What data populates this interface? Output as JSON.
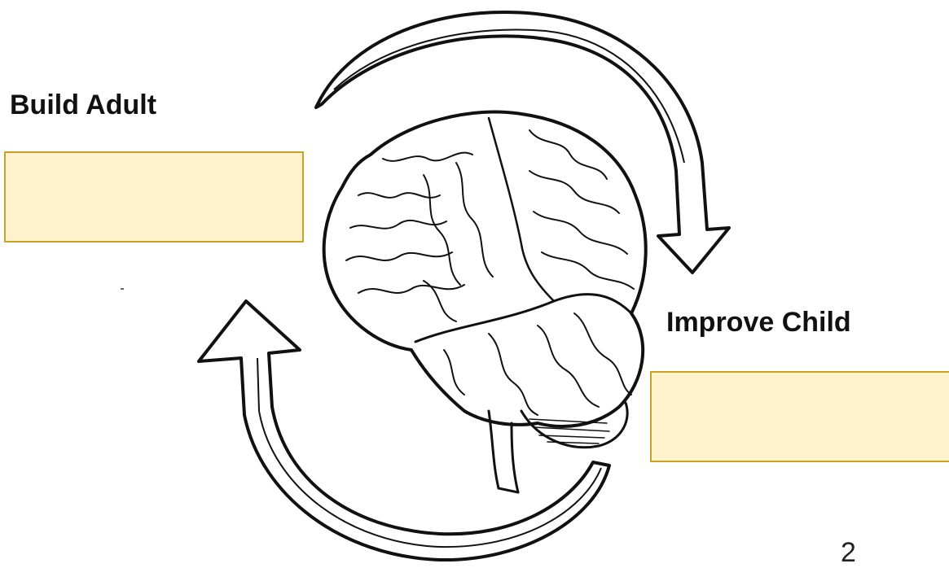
{
  "labels": {
    "build": "Build Adult",
    "improve": "Improve Child"
  },
  "page_number": "2",
  "colors": {
    "box_fill": "#fff2cc",
    "box_border": "#c9a227",
    "line": "#111111"
  },
  "icons": {
    "center": "brain-icon",
    "top_arrow": "curved-arrow-clockwise-icon",
    "bottom_arrow": "curved-arrow-clockwise-icon"
  }
}
